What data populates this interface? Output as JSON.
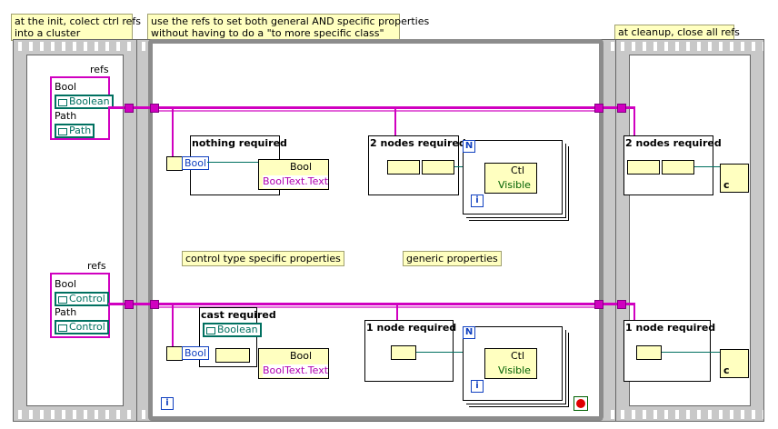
{
  "notes": {
    "init": "at the init, colect ctrl refs\ninto a cluster",
    "main": "use the refs to set both general AND specific properties\nwithout having to do a \"to more specific class\"",
    "cleanup": "at cleanup, close all refs"
  },
  "cluster_top": {
    "label": "refs",
    "items": [
      "Bool",
      "Path"
    ],
    "refs": [
      "Boolean",
      "Path"
    ]
  },
  "cluster_bottom": {
    "label": "refs",
    "items": [
      "Bool",
      "Path"
    ],
    "refs": [
      "Control",
      "Control"
    ]
  },
  "structures": {
    "nothing_required": "nothing required",
    "two_nodes_required": "2 nodes required",
    "cast_required": "cast required",
    "one_node_required": "1 node required",
    "two_nodes_required_cleanup": "2 nodes required",
    "one_node_required_cleanup": "1 node required"
  },
  "labels": {
    "control_specific": "control type specific properties",
    "generic": "generic properties"
  },
  "terminals": {
    "bool": "Bool",
    "boolean_const": "Boolean",
    "prop_bool": "Bool",
    "prop_booltext": "BoolText.Text",
    "prop_ctl": "Ctl",
    "prop_visible": "Visible",
    "N": "N",
    "i": "i",
    "close_c": "c"
  },
  "colors": {
    "ref_wire": "#d000c0",
    "green_wire": "#007060",
    "note_bg": "#ffffc0",
    "loop_border": "#8c8c8c"
  }
}
